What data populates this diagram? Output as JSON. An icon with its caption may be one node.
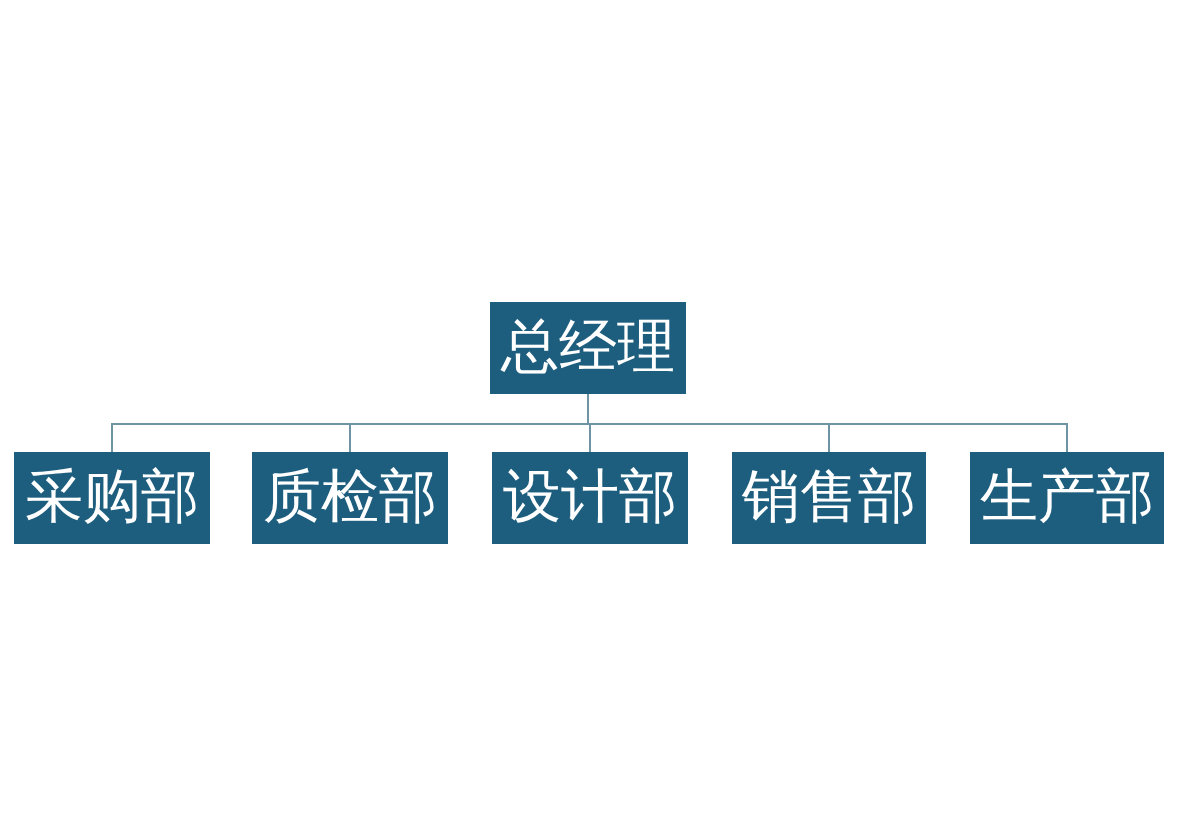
{
  "diagram": {
    "nodes": [
      {
        "text": [
          "总经理"
        ]
      },
      {
        "text": [
          "采购部"
        ]
      },
      {
        "text": [
          "质检部"
        ]
      },
      {
        "text": [
          "设计部"
        ]
      },
      {
        "text": [
          "销售部"
        ]
      },
      {
        "text": [
          "生产部"
        ]
      }
    ],
    "edges": [
      {
        "from": 0,
        "to": 1,
        "arrow": "none"
      },
      {
        "from": 0,
        "to": 2,
        "arrow": "none"
      },
      {
        "from": 0,
        "to": 3,
        "arrow": "none"
      },
      {
        "from": 0,
        "to": 4,
        "arrow": "none"
      },
      {
        "from": 0,
        "to": 5,
        "arrow": "none"
      }
    ]
  }
}
